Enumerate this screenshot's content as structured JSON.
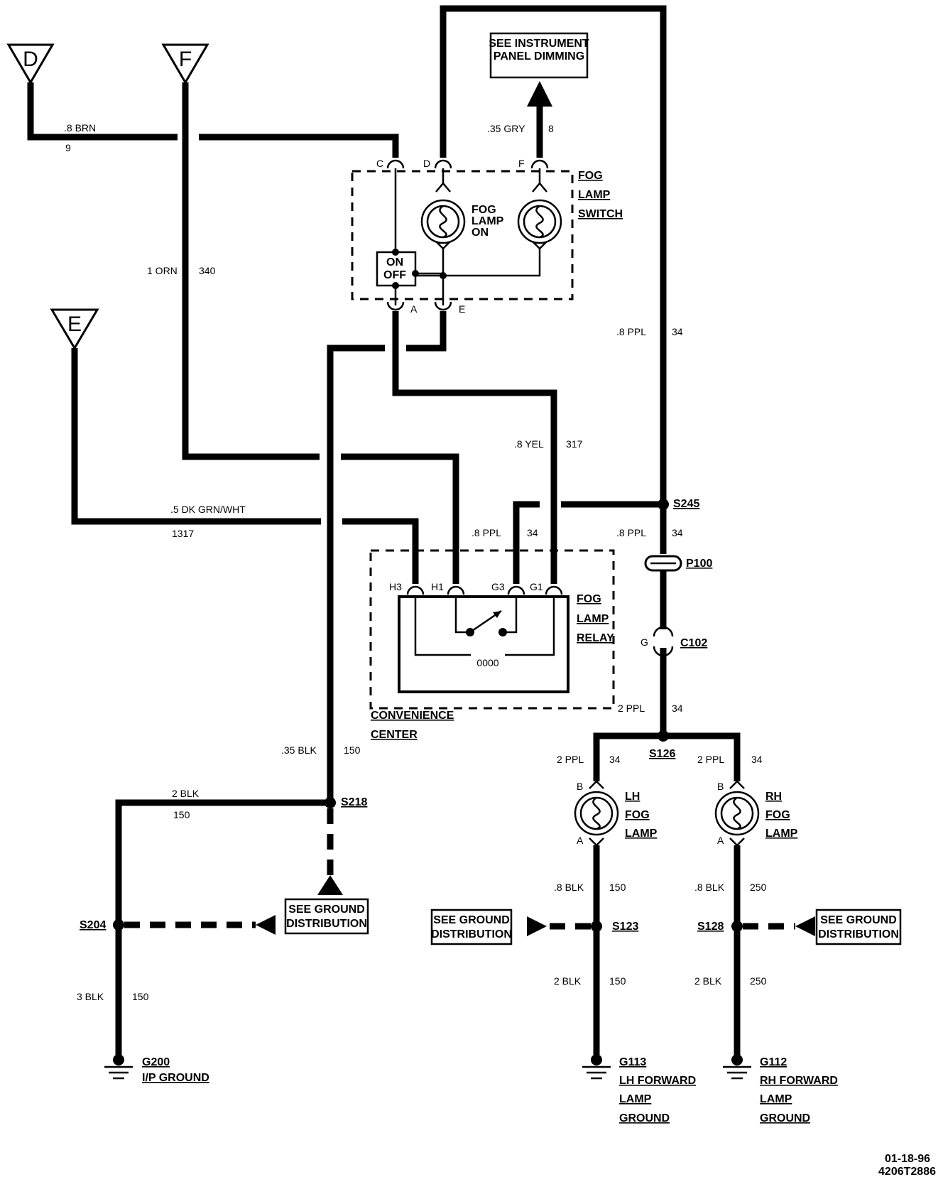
{
  "inputs": {
    "d": "D",
    "f": "F",
    "e": "E"
  },
  "instrument_panel": {
    "line1": "SEE INSTRUMENT",
    "line2": "PANEL DIMMING"
  },
  "switch": {
    "title": [
      "FOG",
      "LAMP",
      "SWITCH"
    ],
    "pins": {
      "c": "C",
      "d": "D",
      "f": "F",
      "a": "A",
      "e": "E"
    },
    "lamp_label": [
      "FOG",
      "LAMP",
      "ON"
    ],
    "on": "ON",
    "off": "OFF"
  },
  "relay": {
    "title": [
      "FOG",
      "LAMP",
      "RELAY"
    ],
    "pins": {
      "h3": "H3",
      "h1": "H1",
      "g3": "G3",
      "g1": "G1"
    },
    "coil": "0000"
  },
  "convenience_center": [
    "CONVENIENCE",
    "CENTER"
  ],
  "wires": {
    "brn_gauge": ".8 BRN",
    "brn_circuit": "9",
    "gry_gauge": ".35 GRY",
    "gry_circuit": "8",
    "orn_gauge": "1 ORN",
    "orn_circuit": "340",
    "ppl_top_gauge": ".8 PPL",
    "ppl_top_circuit": "34",
    "yel_gauge": ".8 YEL",
    "yel_circuit": "317",
    "dkgrn_gauge": ".5 DK GRN/WHT",
    "dkgrn_circuit": "1317",
    "ppl_relay_gauge": ".8 PPL",
    "ppl_relay_circuit": "34",
    "ppl_mid_gauge": ".8 PPL",
    "ppl_mid_circuit": "34",
    "ppl_2_gauge": "2 PPL",
    "ppl_2_circuit": "34",
    "lh_ppl_gauge": "2 PPL",
    "lh_ppl_circuit": "34",
    "rh_ppl_gauge": "2 PPL",
    "rh_ppl_circuit": "34",
    "blk35_gauge": ".35 BLK",
    "blk35_circuit": "150",
    "blk2_gauge": "2 BLK",
    "blk2_circuit": "150",
    "blk3_gauge": "3 BLK",
    "blk3_circuit": "150",
    "lh_blk8_gauge": ".8 BLK",
    "lh_blk8_circuit": "150",
    "lh_blk2_gauge": "2 BLK",
    "lh_blk2_circuit": "150",
    "rh_blk8_gauge": ".8 BLK",
    "rh_blk8_circuit": "250",
    "rh_blk2_gauge": "2 BLK",
    "rh_blk2_circuit": "250"
  },
  "splices": {
    "s245": "S245",
    "s126": "S126",
    "s218": "S218",
    "s204": "S204",
    "s123": "S123",
    "s128": "S128"
  },
  "connectors": {
    "p100": "P100",
    "c102": "C102",
    "c102_pin": "G"
  },
  "lh_lamp": {
    "label": [
      "LH",
      "FOG",
      "LAMP"
    ],
    "pin_b": "B",
    "pin_a": "A"
  },
  "rh_lamp": {
    "label": [
      "RH",
      "FOG",
      "LAMP"
    ],
    "pin_b": "B",
    "pin_a": "A"
  },
  "ground_dist": {
    "line1": "SEE GROUND",
    "line2": "DISTRIBUTION"
  },
  "grounds": {
    "g200": [
      "G200",
      "I/P GROUND"
    ],
    "g113": [
      "G113",
      "LH FORWARD",
      "LAMP",
      "GROUND"
    ],
    "g112": [
      "G112",
      "RH FORWARD",
      "LAMP",
      "GROUND"
    ]
  },
  "footer": {
    "date": "01-18-96",
    "code": "4206T2886"
  }
}
